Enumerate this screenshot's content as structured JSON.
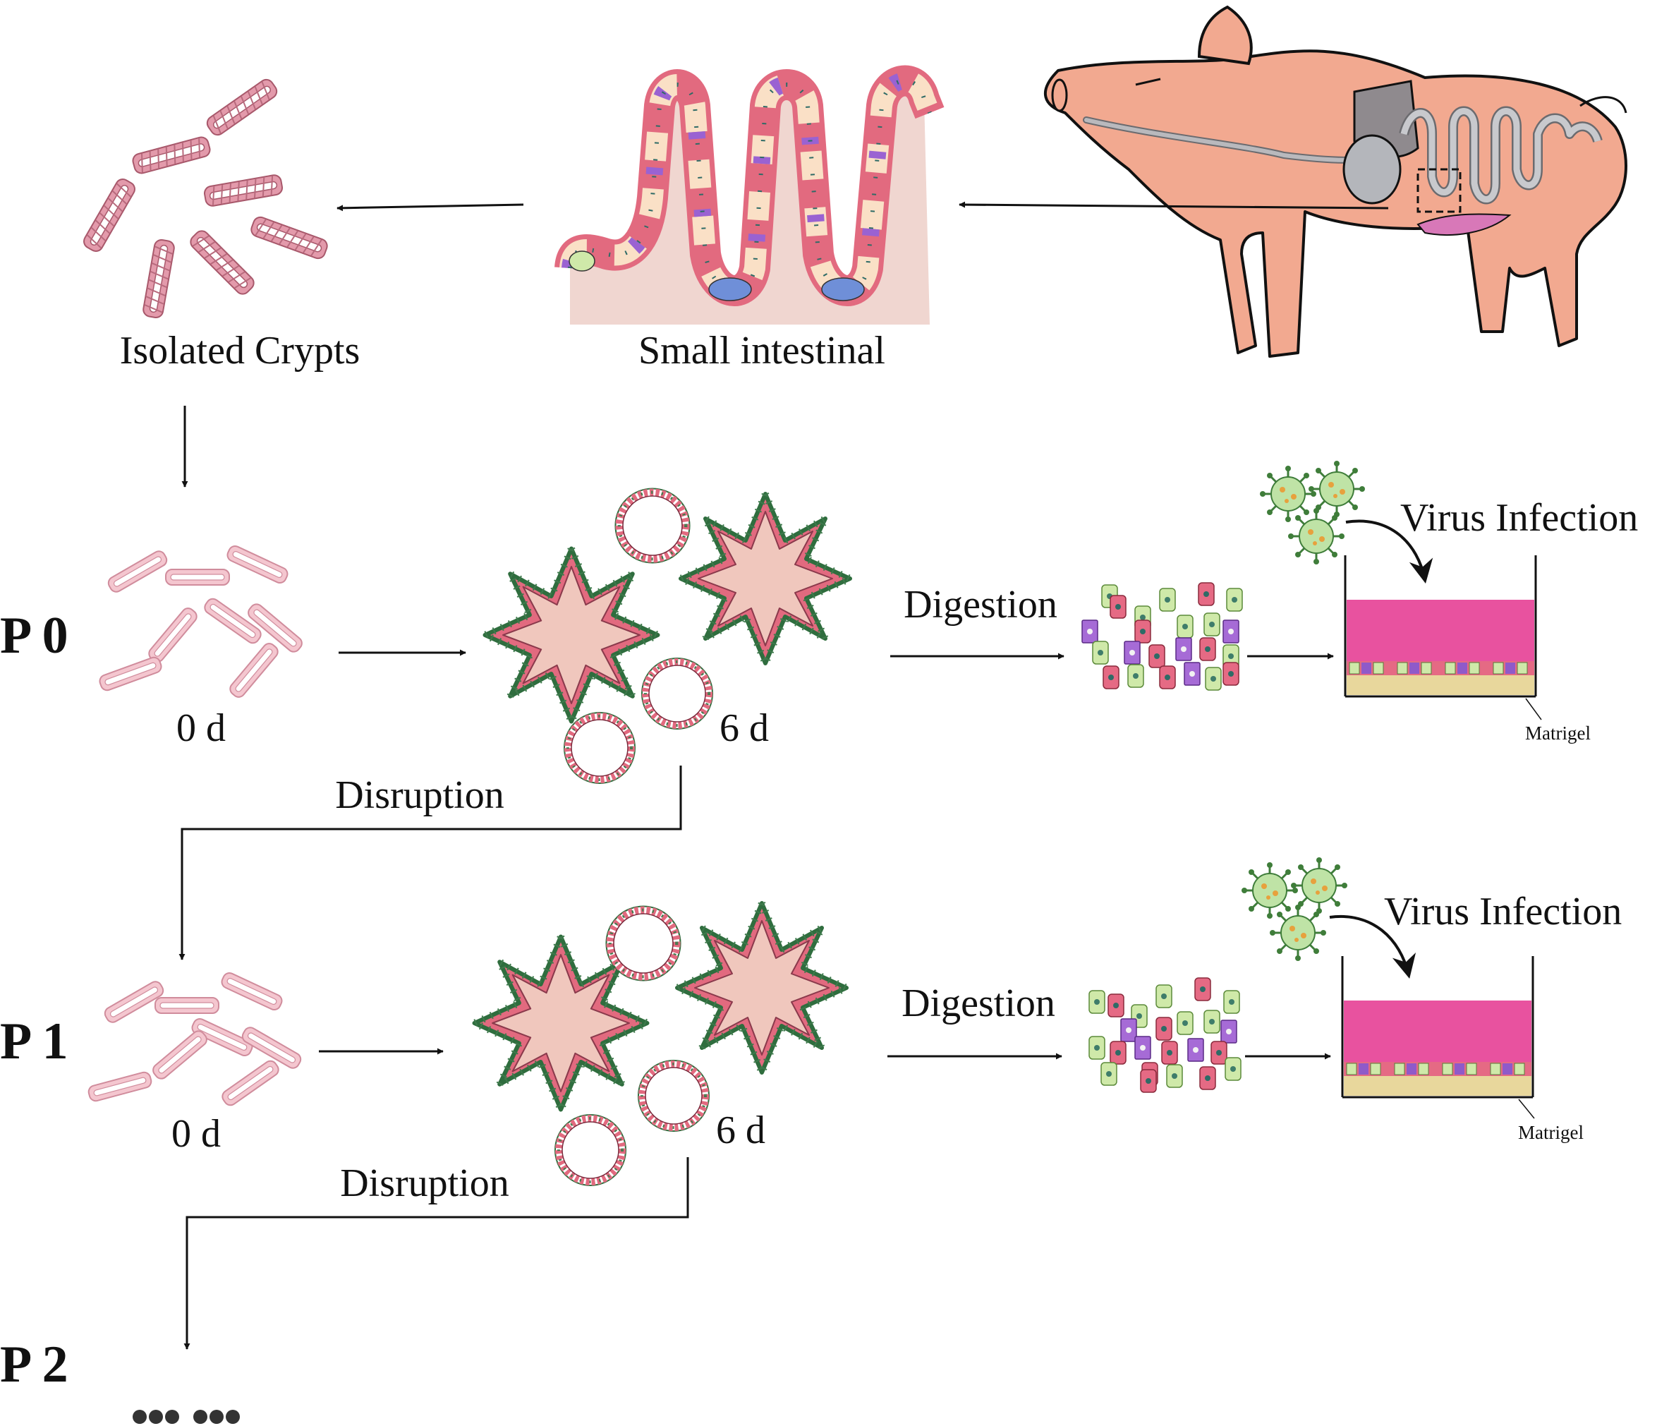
{
  "labels": {
    "isolated_crypts": "Isolated Crypts",
    "small_intestinal": "Small intestinal",
    "p0": "P 0",
    "p1": "P 1",
    "p2": "P 2",
    "day0": "0 d",
    "day6": "6 d",
    "digestion": "Digestion",
    "disruption": "Disruption",
    "virus_infection": "Virus Infection",
    "matrigel": "Matrigel"
  },
  "colors": {
    "pig_skin": "#f2a990",
    "crypt_pink": "#e39aab",
    "crypt_light": "#f4c6cf",
    "epithelium_red": "#e26a7f",
    "tissue_bg": "#f0d6d0",
    "medium_magenta": "#e8529f",
    "matrigel_tan": "#e8d79c",
    "virus_green": "#bfe3a6",
    "cell_purple": "#a66bd6",
    "cell_green": "#cfe9a9",
    "gut_grey": "#a9a9ad"
  }
}
